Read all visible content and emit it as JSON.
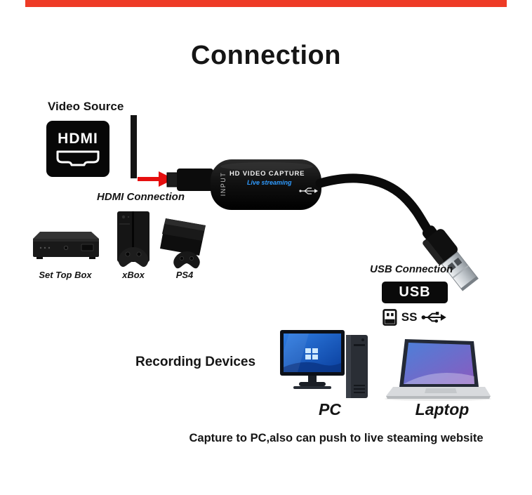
{
  "page": {
    "title": "Connection",
    "caption": "Capture to PC,also can push to live steaming website"
  },
  "video_source": {
    "label": "Video Source",
    "hdmi_badge": "HDMI",
    "connection_label": "HDMI Connection"
  },
  "capture_card": {
    "name": "HD VIDEO CAPTURE",
    "subtitle": "Live streaming",
    "port_label": "INPUT"
  },
  "source_devices": [
    {
      "label": "Set Top Box"
    },
    {
      "label": "xBox"
    },
    {
      "label": "PS4"
    }
  ],
  "usb": {
    "connection_label": "USB Connection",
    "badge": "USB",
    "speed_label": "SS"
  },
  "recording": {
    "label": "Recording Devices",
    "pc_label": "PC",
    "laptop_label": "Laptop"
  },
  "colors": {
    "top_bar": "#ee3b26",
    "arrow_red": "#e60f0f",
    "streaming_blue": "#2f9bff",
    "screen_blue": "#1565d8"
  }
}
